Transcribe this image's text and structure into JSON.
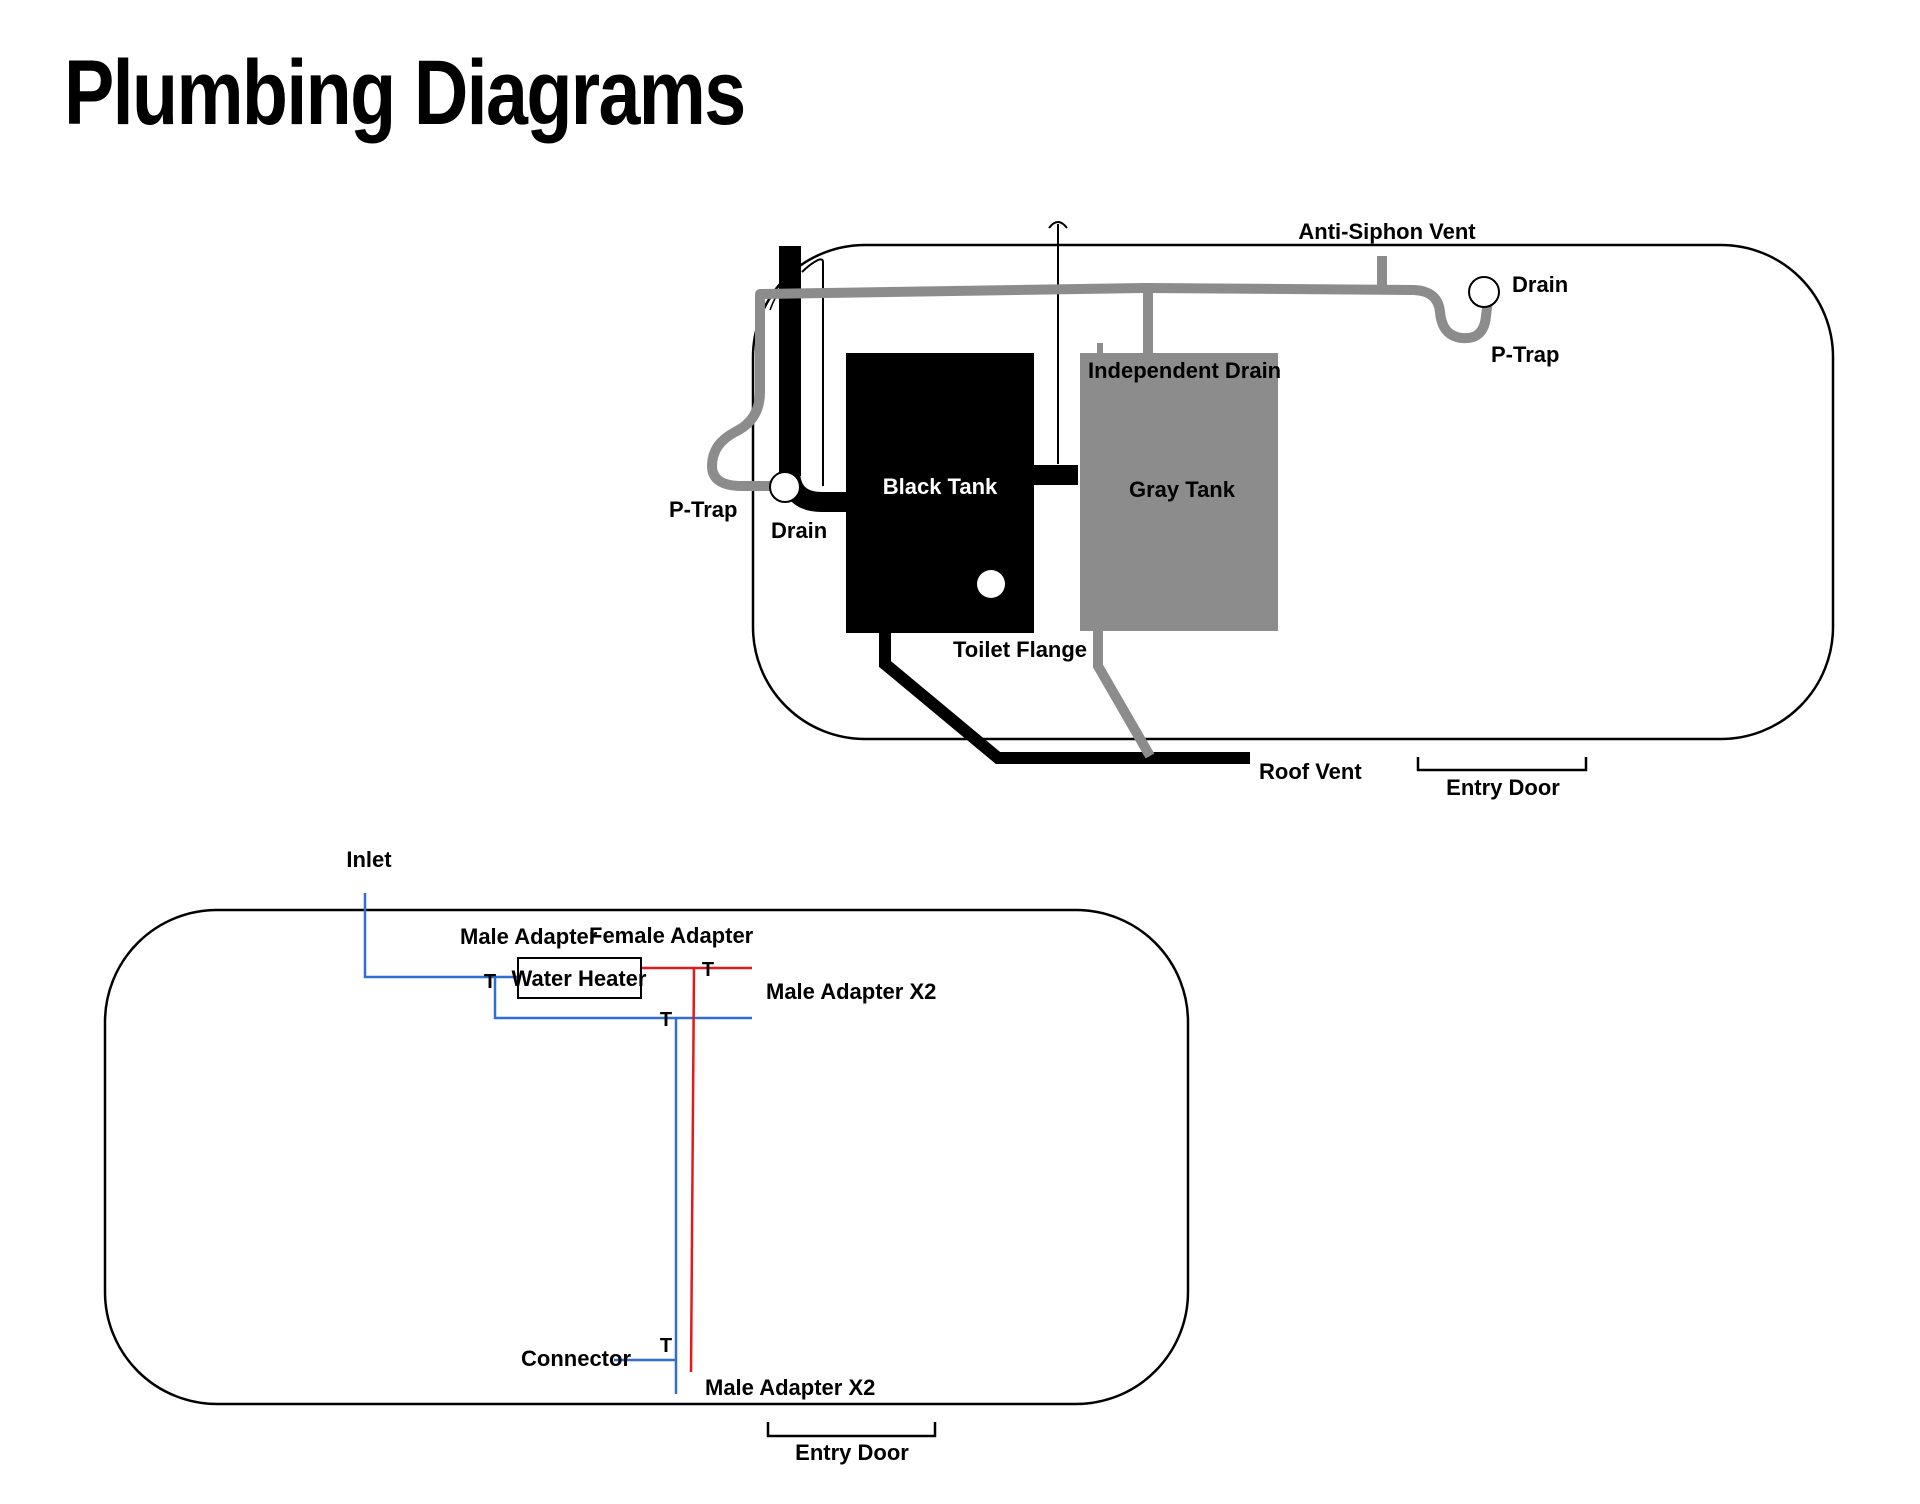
{
  "title": "Plumbing Diagrams",
  "colors": {
    "black_tank": "#000000",
    "gray_pipe": "#8c8c8c",
    "cold_line": "#2f6fd0",
    "hot_line": "#e11b1b"
  },
  "drain_diagram": {
    "labels": {
      "anti_siphon_vent": "Anti-Siphon Vent",
      "drain_right": "Drain",
      "p_trap_right": "P-Trap",
      "independent_drain": "Independent Drain",
      "black_tank": "Black Tank",
      "gray_tank": "Gray Tank",
      "p_trap_left": "P-Trap",
      "drain_left": "Drain",
      "toilet_flange": "Toilet Flange",
      "roof_vent": "Roof Vent",
      "entry_door": "Entry Door"
    }
  },
  "water_diagram": {
    "labels": {
      "inlet": "Inlet",
      "male_adapter": "Male Adapter",
      "female_adapter": "Female Adapter",
      "water_heater": "Water Heater",
      "male_adapter_x2_top": "Male Adapter X2",
      "connector": "Connector",
      "male_adapter_x2_bottom": "Male Adapter X2",
      "entry_door": "Entry Door",
      "tee_1": "T",
      "tee_2": "T",
      "tee_3": "T",
      "tee_4": "T"
    }
  }
}
